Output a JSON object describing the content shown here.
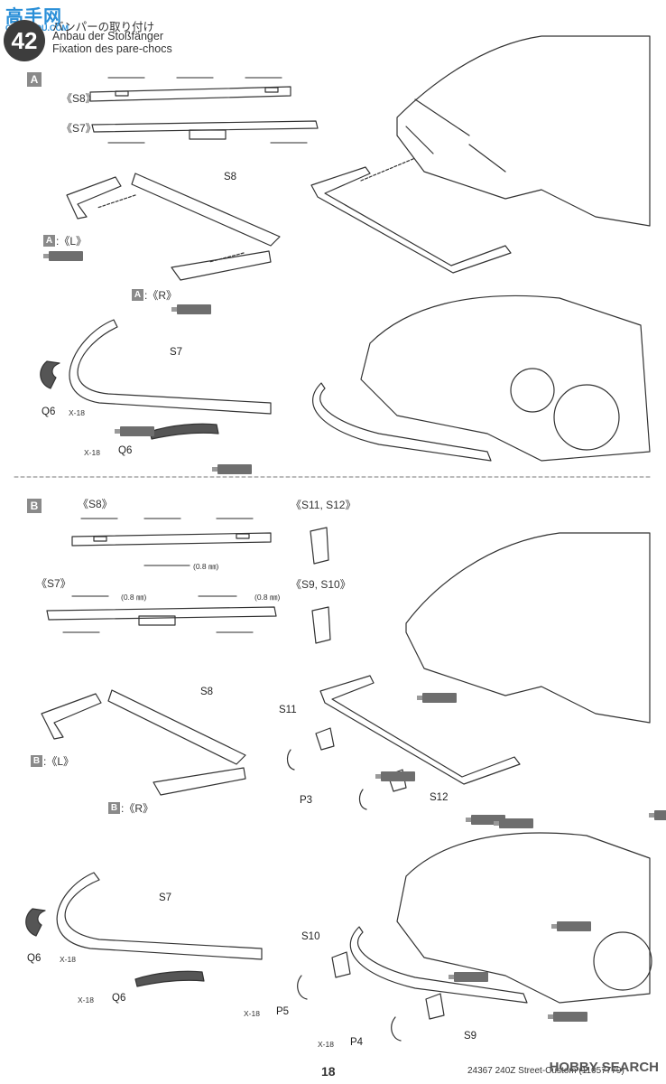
{
  "watermark": {
    "cn": "高手网",
    "en": "GAOSHOU.COM"
  },
  "step": {
    "number": "42",
    "title_ja": "バンパーの取り付け",
    "title_de": "Anbau der Stoßfänger",
    "title_fr": "Fixation des pare-chocs"
  },
  "sectionA": {
    "box": "A",
    "s8_label": "《S8》",
    "s7_label": "《S7》",
    "S8": "S8",
    "S7": "S7",
    "left_tag": ":《L》",
    "right_tag": ":《R》",
    "left_box": "A",
    "right_box": "A",
    "q6a": "Q6",
    "x18a": "X-18",
    "q6b": "Q6",
    "x18b": "X-18"
  },
  "sectionB": {
    "box": "B",
    "s8_label": "《S8》",
    "s7_label": "《S7》",
    "s11s12_label": "《S11, S12》",
    "s9s10_label": "《S9, S10》",
    "dim1": "(0.8 ㎜)",
    "dim2": "(0.8 ㎜)",
    "dim3": "(0.8 ㎜)",
    "S8": "S8",
    "S7": "S7",
    "S11": "S11",
    "S12": "S12",
    "P3": "P3",
    "S10": "S10",
    "S9": "S9",
    "left_tag": ":《L》",
    "right_tag": ":《R》",
    "left_box": "B",
    "right_box": "B",
    "q6a": "Q6",
    "x18a": "X-18",
    "q6b": "Q6",
    "x18b": "X-18",
    "p5": "P5",
    "x18c": "X-18",
    "p4": "P4",
    "x18d": "X-18"
  },
  "footer": {
    "page": "18",
    "product": "24367  240Z Street-Custom (11057779)",
    "site": "HOBBY SEARCH"
  }
}
